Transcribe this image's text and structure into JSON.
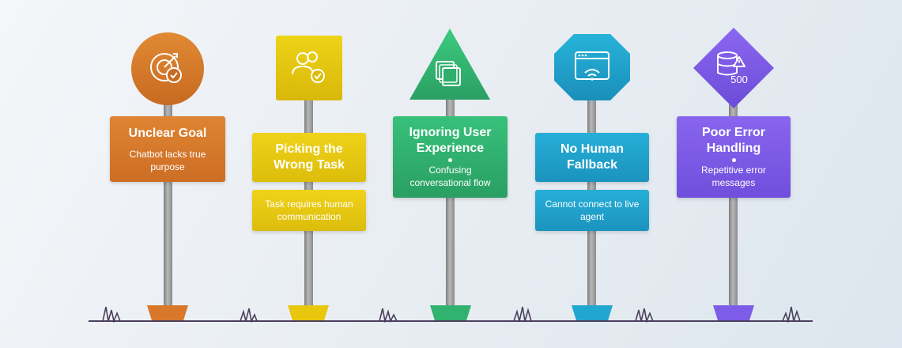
{
  "steps": [
    {
      "title": "Unclear Goal",
      "description": "Chatbot lacks true purpose",
      "icon": "target-check-icon",
      "color": "#d9782a"
    },
    {
      "title": "Picking the Wrong Task",
      "description": "Task requires human communication",
      "icon": "users-check-icon",
      "color": "#e8c70c"
    },
    {
      "title": "Ignoring User Experience",
      "description": "Confusing conversational flow",
      "icon": "stacked-squares-icon",
      "color": "#2fb36f"
    },
    {
      "title": "No Human Fallback",
      "description": "Cannot connect to live agent",
      "icon": "browser-signal-icon",
      "color": "#20a6cf"
    },
    {
      "title": "Poor Error Handling",
      "description": "Repetitive error messages",
      "icon": "database-error-icon",
      "icon_text": "500",
      "color": "#7d5ce8"
    }
  ]
}
